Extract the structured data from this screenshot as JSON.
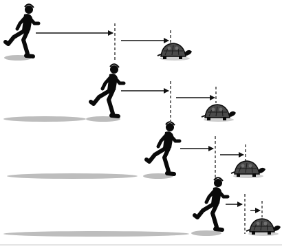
{
  "diagram": {
    "rows": [
      {
        "runner": true,
        "arrows": 2,
        "tortoise": true
      },
      {
        "runner": true,
        "arrows": 2,
        "tortoise": true
      },
      {
        "runner": true,
        "arrows": 2,
        "tortoise": true
      },
      {
        "runner": true,
        "arrows": 2,
        "tortoise": true
      }
    ],
    "colors": {
      "figure": "#0a0a0a",
      "ground_shadow": "#bdbdbd",
      "shell": "#4a4a4a",
      "line": "#111111"
    }
  }
}
